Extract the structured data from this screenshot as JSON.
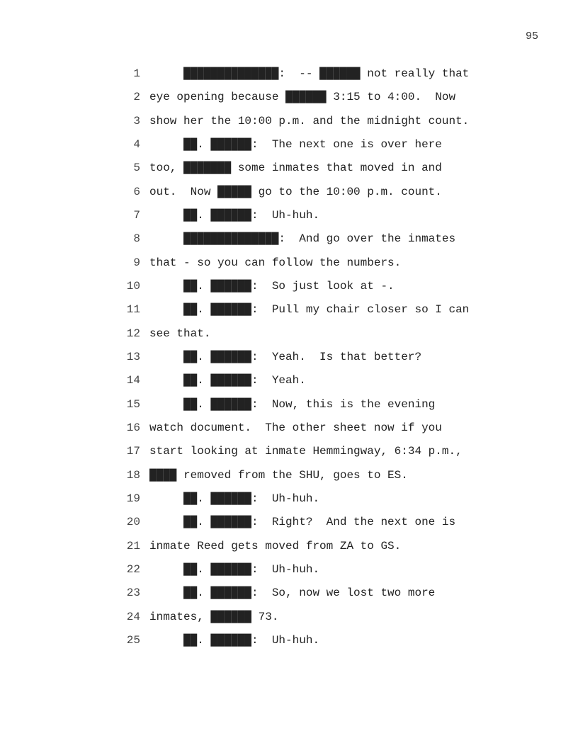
{
  "page_number": "95",
  "lines": [
    {
      "n": "1",
      "text": "     ██████████████:  -- ██████ not really that"
    },
    {
      "n": "2",
      "text": "eye opening because ██████ 3:15 to 4:00.  Now"
    },
    {
      "n": "3",
      "text": "show her the 10:00 p.m. and the midnight count."
    },
    {
      "n": "4",
      "text": "     ██. ██████:  The next one is over here"
    },
    {
      "n": "5",
      "text": "too, ███████ some inmates that moved in and"
    },
    {
      "n": "6",
      "text": "out.  Now █████ go to the 10:00 p.m. count."
    },
    {
      "n": "7",
      "text": "     ██. ██████:  Uh-huh."
    },
    {
      "n": "8",
      "text": "     ██████████████:  And go over the inmates"
    },
    {
      "n": "9",
      "text": "that - so you can follow the numbers."
    },
    {
      "n": "10",
      "text": "     ██. ██████:  So just look at -."
    },
    {
      "n": "11",
      "text": "     ██. ██████:  Pull my chair closer so I can"
    },
    {
      "n": "12",
      "text": "see that."
    },
    {
      "n": "13",
      "text": "     ██. ██████:  Yeah.  Is that better?"
    },
    {
      "n": "14",
      "text": "     ██. ██████:  Yeah."
    },
    {
      "n": "15",
      "text": "     ██. ██████:  Now, this is the evening"
    },
    {
      "n": "16",
      "text": "watch document.  The other sheet now if you"
    },
    {
      "n": "17",
      "text": "start looking at inmate Hemmingway, 6:34 p.m.,"
    },
    {
      "n": "18",
      "text": "████ removed from the SHU, goes to ES."
    },
    {
      "n": "19",
      "text": "     ██. ██████:  Uh-huh."
    },
    {
      "n": "20",
      "text": "     ██. ██████:  Right?  And the next one is"
    },
    {
      "n": "21",
      "text": "inmate Reed gets moved from ZA to GS."
    },
    {
      "n": "22",
      "text": "     ██. ██████:  Uh-huh."
    },
    {
      "n": "23",
      "text": "     ██. ██████:  So, now we lost two more"
    },
    {
      "n": "24",
      "text": "inmates, ██████ 73."
    },
    {
      "n": "25",
      "text": "     ██. ██████:  Uh-huh."
    }
  ]
}
